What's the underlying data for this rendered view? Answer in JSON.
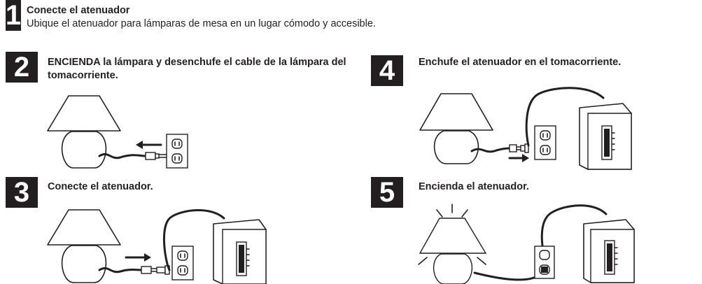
{
  "steps": [
    {
      "number": "1",
      "title": "Conecte el atenuador",
      "text": "Ubique el atenuador para lámparas de mesa en un lugar cómodo y accesible."
    },
    {
      "number": "2",
      "title": "ENCIENDA la lámpara y desenchufe el cable de la lámpara del tomacorriente."
    },
    {
      "number": "3",
      "title": "Conecte el atenuador."
    },
    {
      "number": "4",
      "title": "Enchufe el atenuador en el tomacorriente."
    },
    {
      "number": "5",
      "title": "Encienda el atenuador."
    }
  ],
  "colors": {
    "ink": "#231f20",
    "shade_dark": "#8a8c8e",
    "shade_light": "#c7c8ca",
    "paper": "#ffffff"
  }
}
